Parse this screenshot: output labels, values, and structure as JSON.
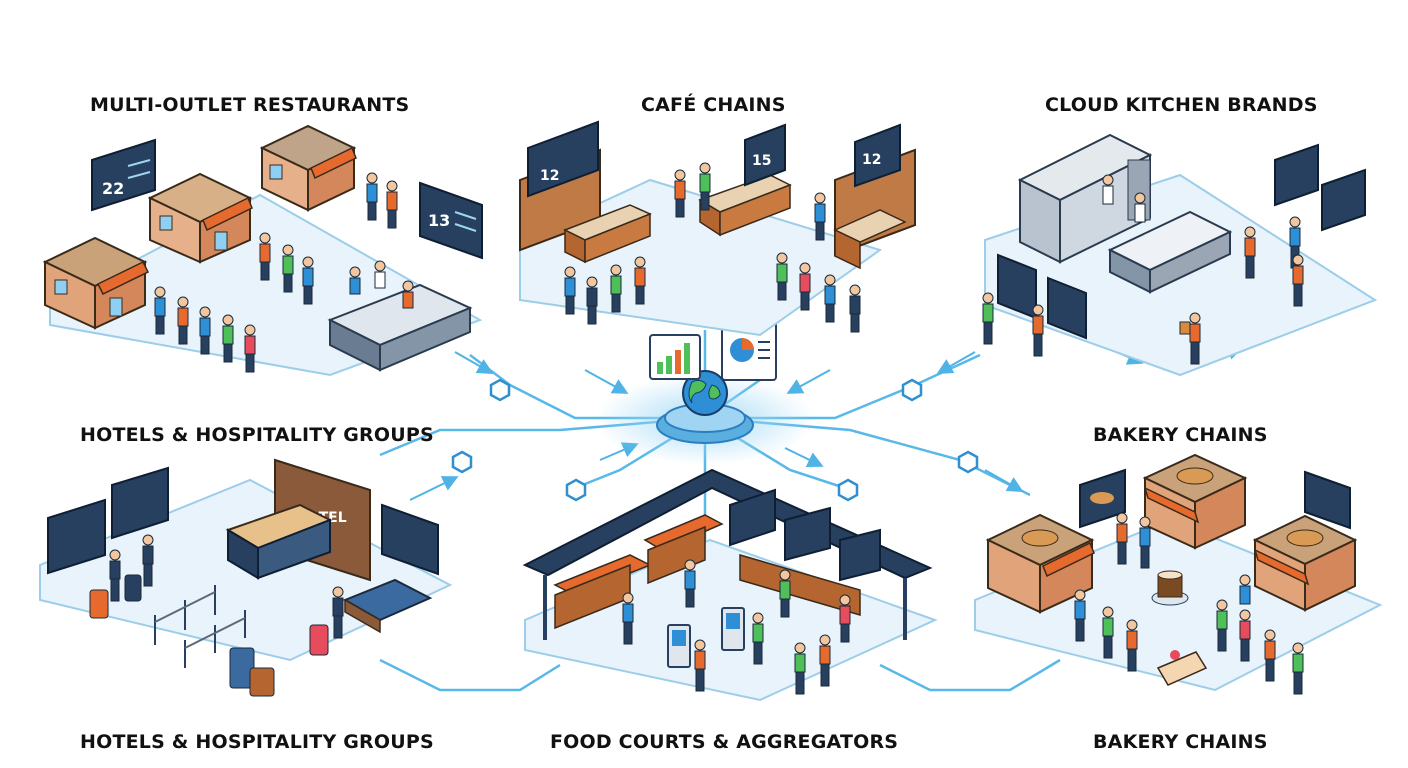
{
  "labels": {
    "multi_outlet": "MULTI-OUTLET RESTAURANTS",
    "cafe_chains": "CAFÉ CHAINS",
    "cloud_kitchen": "CLOUD KITCHEN BRANDS",
    "hotels_top": "HOTELS & HOSPITALITY GROUPS",
    "bakery_top": "BAKERY CHAINS",
    "hotels_bottom": "HOTELS & HOSPITALITY GROUPS",
    "food_courts": "FOOD COURTS & AGGREGATORS",
    "bakery_bottom": "BAKERY CHAINS"
  },
  "signs": {
    "queue_a": "22",
    "queue_b": "13",
    "cafe_a": "12",
    "cafe_b": "15",
    "cafe_c": "12",
    "hotel": "HOTEL"
  },
  "colors": {
    "line": "#4fb3e6",
    "platform": "#e8f3fb",
    "platform_edge": "#9ccde9",
    "navy": "#27405f",
    "awning": "#e6692e",
    "wood": "#b5652f",
    "bread": "#d89a55"
  },
  "icons": [
    "coffee-cup-icon",
    "globe-icon",
    "bar-chart-icon",
    "pie-chart-icon",
    "hexagon-node-icon",
    "arrow-icon"
  ]
}
